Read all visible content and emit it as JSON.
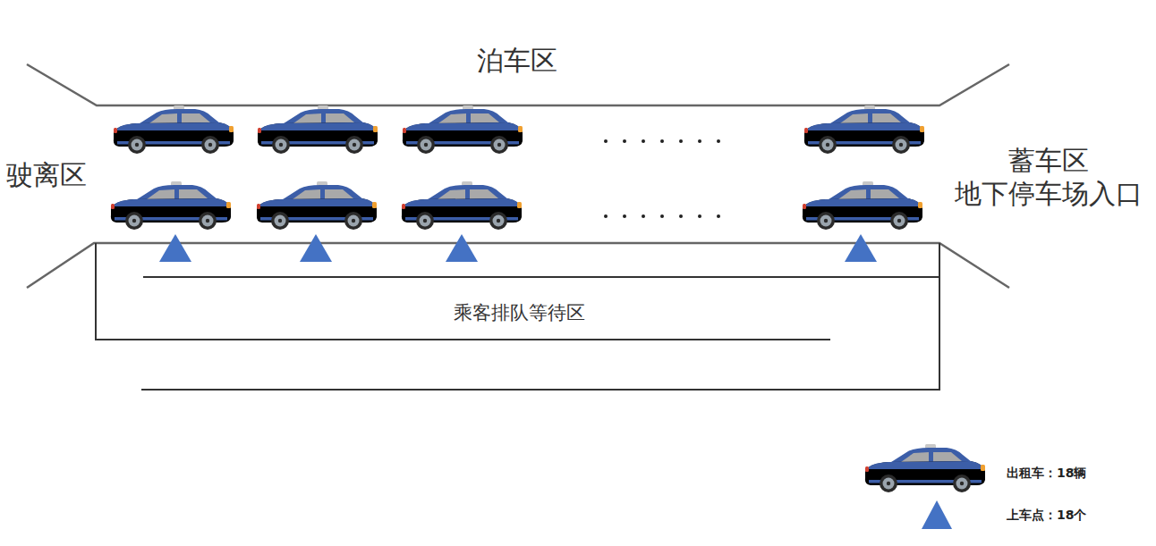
{
  "diagram": {
    "labels": [
      "泊车区",
      "驶离区",
      "蓄车区 地下停车场入口",
      "乘客排队等待区"
    ],
    "legend": [
      {
        "text": "出租车：18辆"
      },
      {
        "text": "上车点：18个"
      }
    ]
  }
}
